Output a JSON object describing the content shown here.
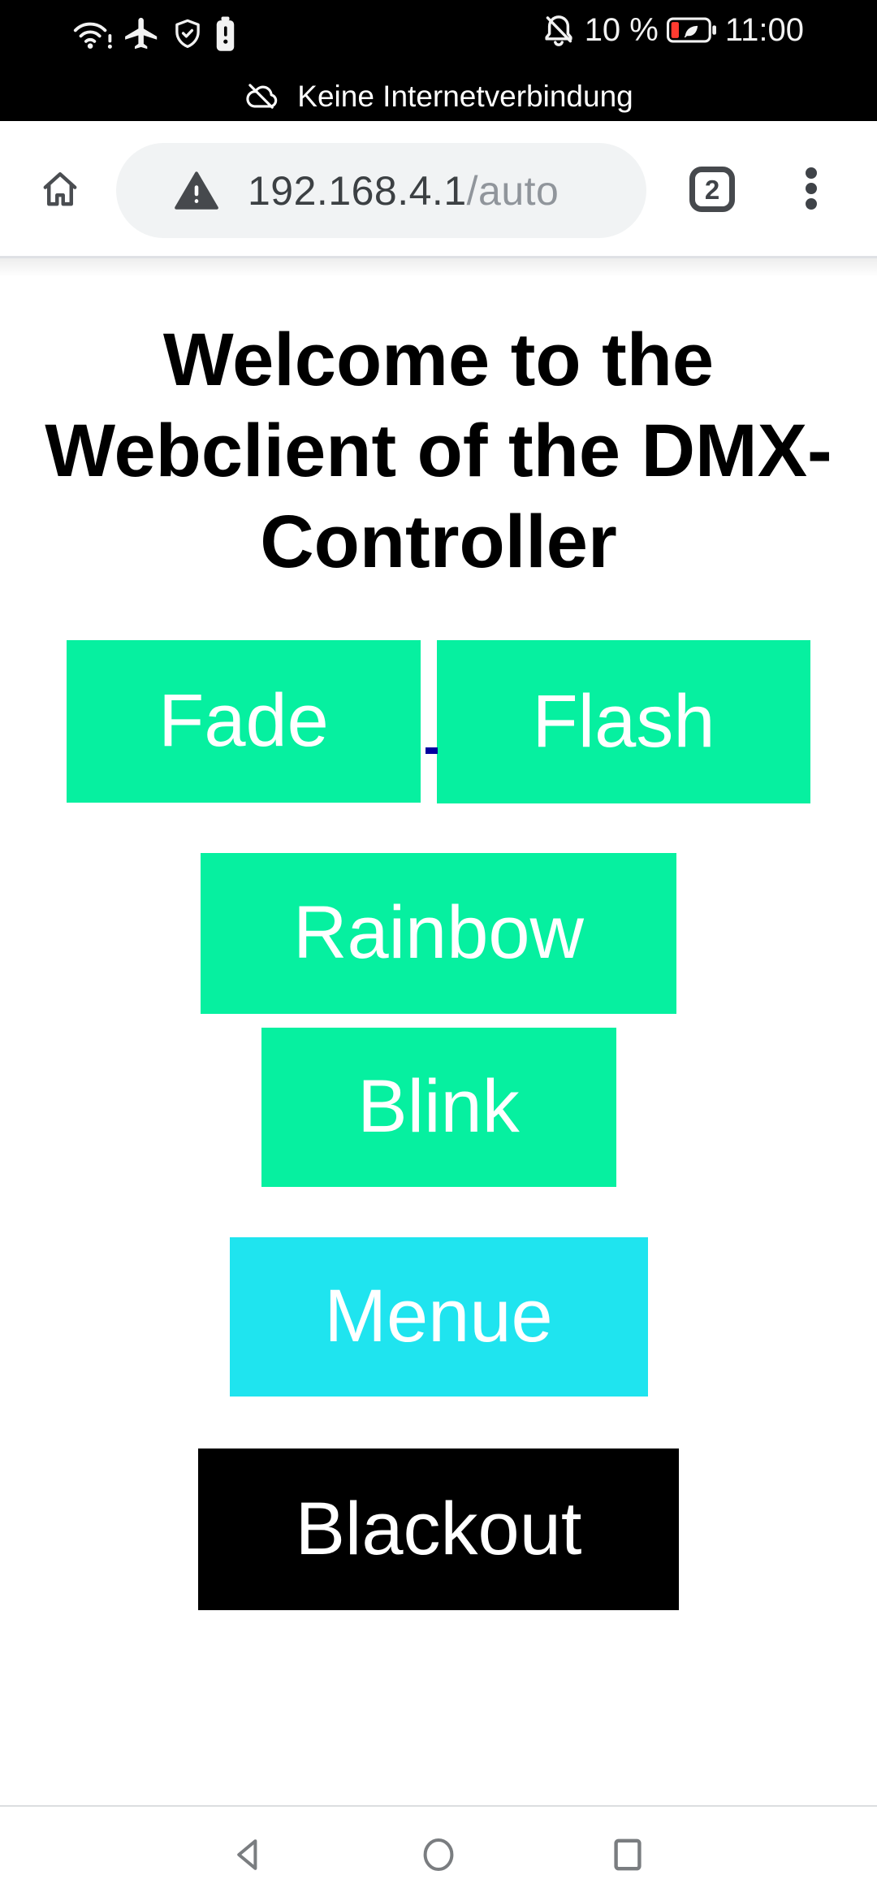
{
  "status_bar": {
    "time": "11:00",
    "battery_percent": "10 %",
    "left_icons": [
      "wifi-alert-icon",
      "airplane-mode-icon",
      "shield-check-icon",
      "battery-alert-icon"
    ],
    "right_icons": [
      "notifications-off-icon",
      "battery-low-powersave-icon"
    ],
    "connection_banner": {
      "icon": "cloud-off-icon",
      "text": "Keine Internetverbindung"
    }
  },
  "browser_bar": {
    "url_host": "192.168.4.1",
    "url_path": "/auto",
    "security_icon": "warning-triangle-icon",
    "tab_count": "2",
    "icons": [
      "home-icon",
      "tab-switcher",
      "overflow-menu-icon"
    ]
  },
  "page": {
    "heading_lines": [
      "Welcome to the",
      "Webclient of the DMX-",
      "Controller"
    ],
    "buttons": [
      {
        "label": "Fade",
        "bg": "#06F0A0",
        "text_color": "#FFFFFF"
      },
      {
        "label": "Flash",
        "bg": "#06F0A0",
        "text_color": "#FFFFFF"
      },
      {
        "label": "Rainbow",
        "bg": "#06F0A0",
        "text_color": "#FFFFFF"
      },
      {
        "label": "Blink",
        "bg": "#06F0A0",
        "text_color": "#FFFFFF"
      },
      {
        "label": "Menue",
        "bg": "#1FE4EF",
        "text_color": "#FFFFFF"
      },
      {
        "label": "Blackout",
        "bg": "#000000",
        "text_color": "#FFFFFF"
      }
    ],
    "link_dash_color": "#00009E"
  },
  "nav_bar": {
    "icons": [
      "back-triangle-icon",
      "home-circle-icon",
      "recents-square-icon"
    ]
  },
  "colors": {
    "status_bar_bg": "#000000",
    "toolbar_bg": "#FFFFFF",
    "url_pill_bg": "#F1F3F4",
    "url_host_text": "#3C4043",
    "url_path_text": "#90959B",
    "battery_warning_red": "#FF3B30",
    "nav_icon_gray": "#7A7D80"
  }
}
